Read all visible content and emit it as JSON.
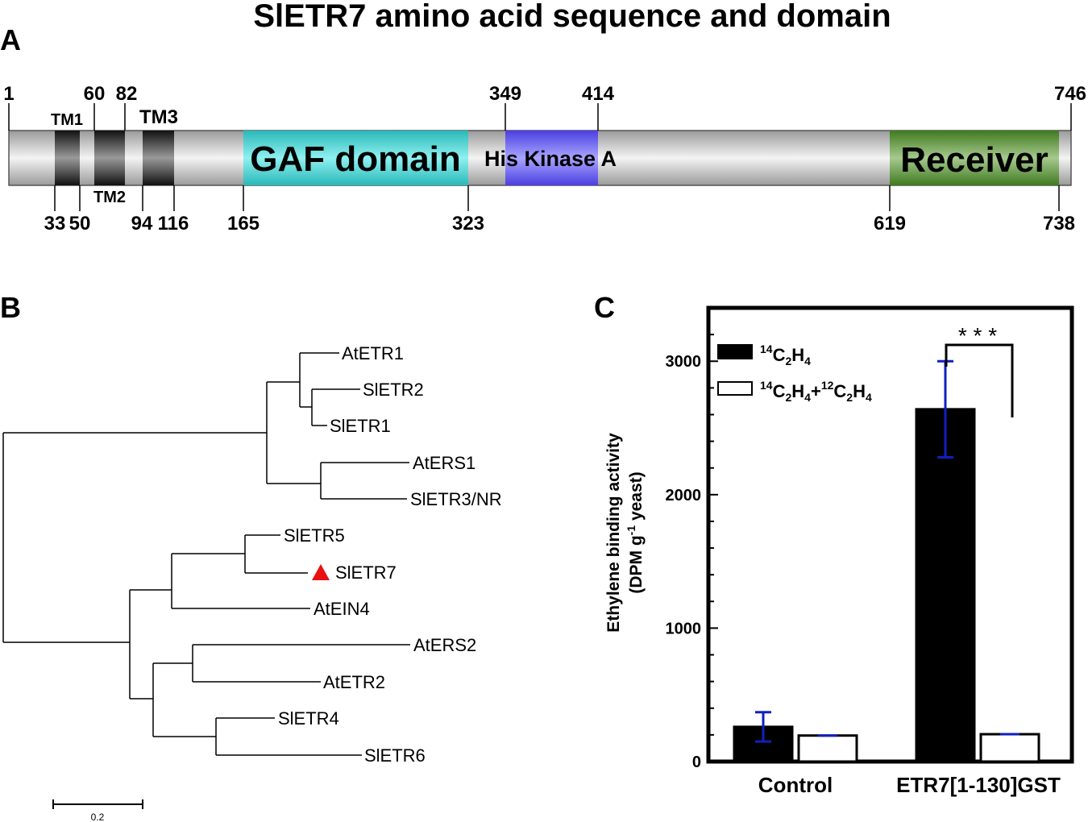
{
  "title": "SlETR7 amino acid sequence and domain",
  "panel_labels": {
    "a": "A",
    "b": "B",
    "c": "C"
  },
  "colors": {
    "bar_gray": "#c8c8c8",
    "gaf": "#3fd0d0",
    "his_kinase": "#6f63f0",
    "receiver": "#4f8a2a",
    "tm": "#3a3a3a",
    "triangle": "#e81010",
    "error_bar": "#1020c0"
  },
  "domain_map": {
    "length": 746,
    "top_numbers": {
      "n1": "1",
      "n60": "60",
      "n82": "82",
      "n349": "349",
      "n414": "414",
      "n746": "746"
    },
    "bottom_numbers": {
      "n33": "33",
      "n50": "50",
      "n94": "94",
      "n116": "116",
      "n165": "165",
      "n323": "323",
      "n619": "619",
      "n738": "738"
    },
    "tm_labels": {
      "tm1": "TM1",
      "tm2": "TM2",
      "tm3": "TM3"
    },
    "domains": {
      "gaf": {
        "label": "GAF domain",
        "start": 165,
        "end": 323
      },
      "his_kinase": {
        "label": "His Kinase A",
        "start": 349,
        "end": 414
      },
      "receiver": {
        "label": "Receiver",
        "start": 619,
        "end": 738
      }
    },
    "tm_segments": [
      {
        "name": "TM1",
        "start": 33,
        "end": 50
      },
      {
        "name": "TM2",
        "start": 60,
        "end": 82
      },
      {
        "name": "TM3",
        "start": 94,
        "end": 116
      }
    ]
  },
  "tree": {
    "leaves": {
      "AtETR1": "AtETR1",
      "SlETR2": "SlETR2",
      "SlETR1": "SlETR1",
      "AtERS1": "AtERS1",
      "SlETR3": "SlETR3/NR",
      "SlETR5": "SlETR5",
      "SlETR7": "SlETR7",
      "AtEIN4": "AtEIN4",
      "AtERS2": "AtERS2",
      "AtETR2": "AtETR2",
      "SlETR4": "SlETR4",
      "SlETR6": "SlETR6"
    },
    "scale_label": "0.2"
  },
  "chart_data": {
    "type": "bar",
    "categories": [
      "Control",
      "ETR7[1-130]GST"
    ],
    "series": [
      {
        "name": "14C2H4",
        "values": [
          260,
          2640
        ],
        "errors": [
          110,
          360
        ],
        "fill": "#000000"
      },
      {
        "name": "14C2H4+12C2H4",
        "values": [
          195,
          205
        ],
        "errors": [
          0,
          0
        ],
        "fill": "#ffffff"
      }
    ],
    "ylabel_line1": "Ethylene binding activity",
    "ylabel_line2_pre": "(DPM g",
    "ylabel_line2_sup": "-1",
    "ylabel_line2_post": " yeast)",
    "ylim": [
      0,
      3400
    ],
    "yticks": [
      0,
      1000,
      2000,
      3000
    ],
    "legend": {
      "item1_sup": "14",
      "item1_c": "C",
      "item1_c_sub": "2",
      "item1_h": "H",
      "item1_h_sub": "4",
      "item2_sup1": "14",
      "item2_sup2": "12",
      "item2_plus": "+"
    },
    "significance": "* * *"
  }
}
